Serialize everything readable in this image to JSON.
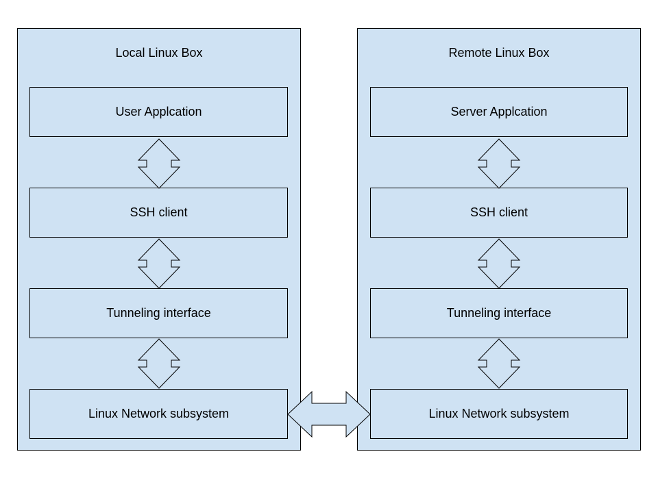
{
  "colors": {
    "box_fill": "#cfe2f3",
    "stroke": "#000000",
    "background": "#ffffff"
  },
  "local_box": {
    "title": "Local Linux Box",
    "layers": [
      "User Applcation",
      "SSH client",
      "Tunneling interface",
      "Linux Network subsystem"
    ]
  },
  "remote_box": {
    "title": "Remote Linux Box",
    "layers": [
      "Server Applcation",
      "SSH client",
      "Tunneling interface",
      "Linux Network subsystem"
    ]
  },
  "arrows": [
    {
      "from": "local_box.layers.0",
      "to": "local_box.layers.1",
      "type": "bidirectional"
    },
    {
      "from": "local_box.layers.1",
      "to": "local_box.layers.2",
      "type": "bidirectional"
    },
    {
      "from": "local_box.layers.2",
      "to": "local_box.layers.3",
      "type": "bidirectional"
    },
    {
      "from": "remote_box.layers.0",
      "to": "remote_box.layers.1",
      "type": "bidirectional"
    },
    {
      "from": "remote_box.layers.1",
      "to": "remote_box.layers.2",
      "type": "bidirectional"
    },
    {
      "from": "remote_box.layers.2",
      "to": "remote_box.layers.3",
      "type": "bidirectional"
    },
    {
      "from": "local_box.layers.3",
      "to": "remote_box.layers.3",
      "type": "bidirectional"
    }
  ]
}
